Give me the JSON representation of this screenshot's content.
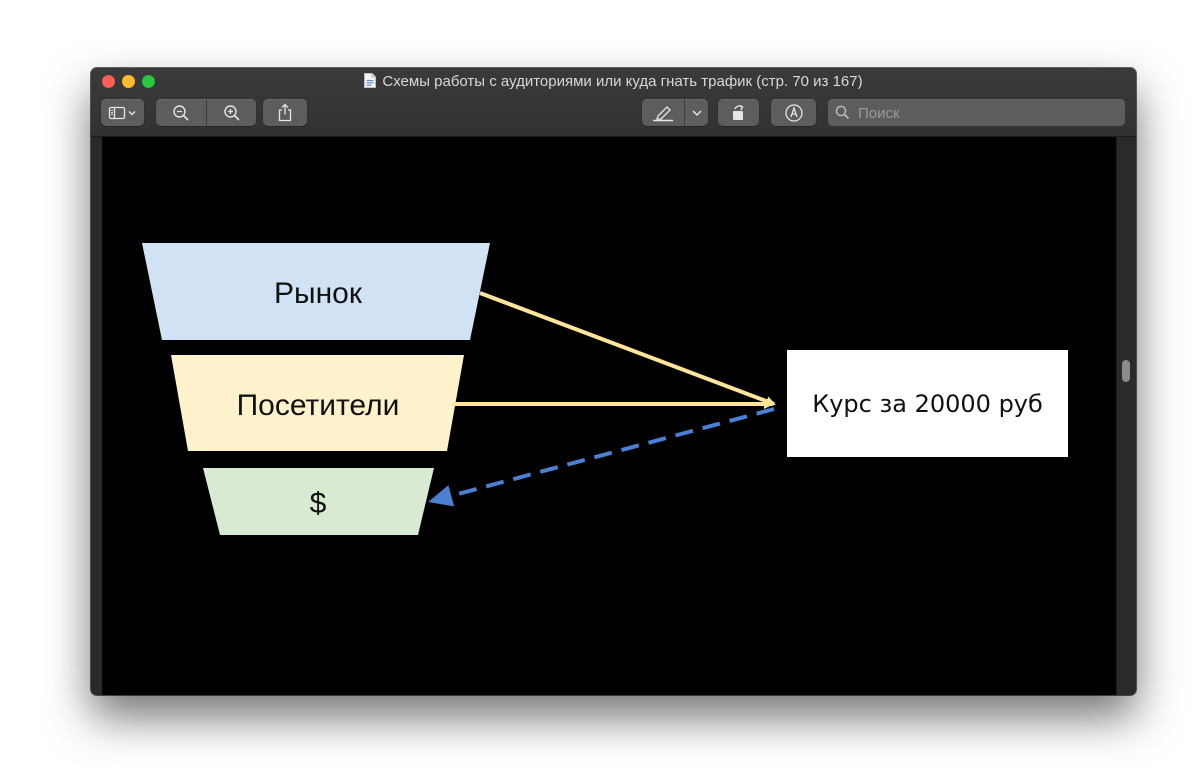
{
  "window": {
    "title": "Схемы работы с аудиториями или куда гнать трафик (стр. 70 из 167)"
  },
  "toolbar": {
    "icons": {
      "sidebar": "sidebar-icon",
      "zoom_out": "zoom-out-icon",
      "zoom_in": "zoom-in-icon",
      "share": "share-icon",
      "highlight": "highlighter-icon",
      "rotate": "rotate-icon",
      "markup": "markup-icon"
    }
  },
  "search": {
    "placeholder": "Поиск",
    "value": ""
  },
  "diagram": {
    "funnel": [
      {
        "label": "Рынок",
        "color": "#d0e2f3"
      },
      {
        "label": "Посетители",
        "color": "#fdf2cc"
      },
      {
        "label": "$",
        "color": "#d9ead3"
      }
    ],
    "target": {
      "label": "Курс за 20000 руб"
    },
    "arrow_colors": {
      "solid": "#ffe59a",
      "dashed": "#4a7fd4"
    }
  }
}
